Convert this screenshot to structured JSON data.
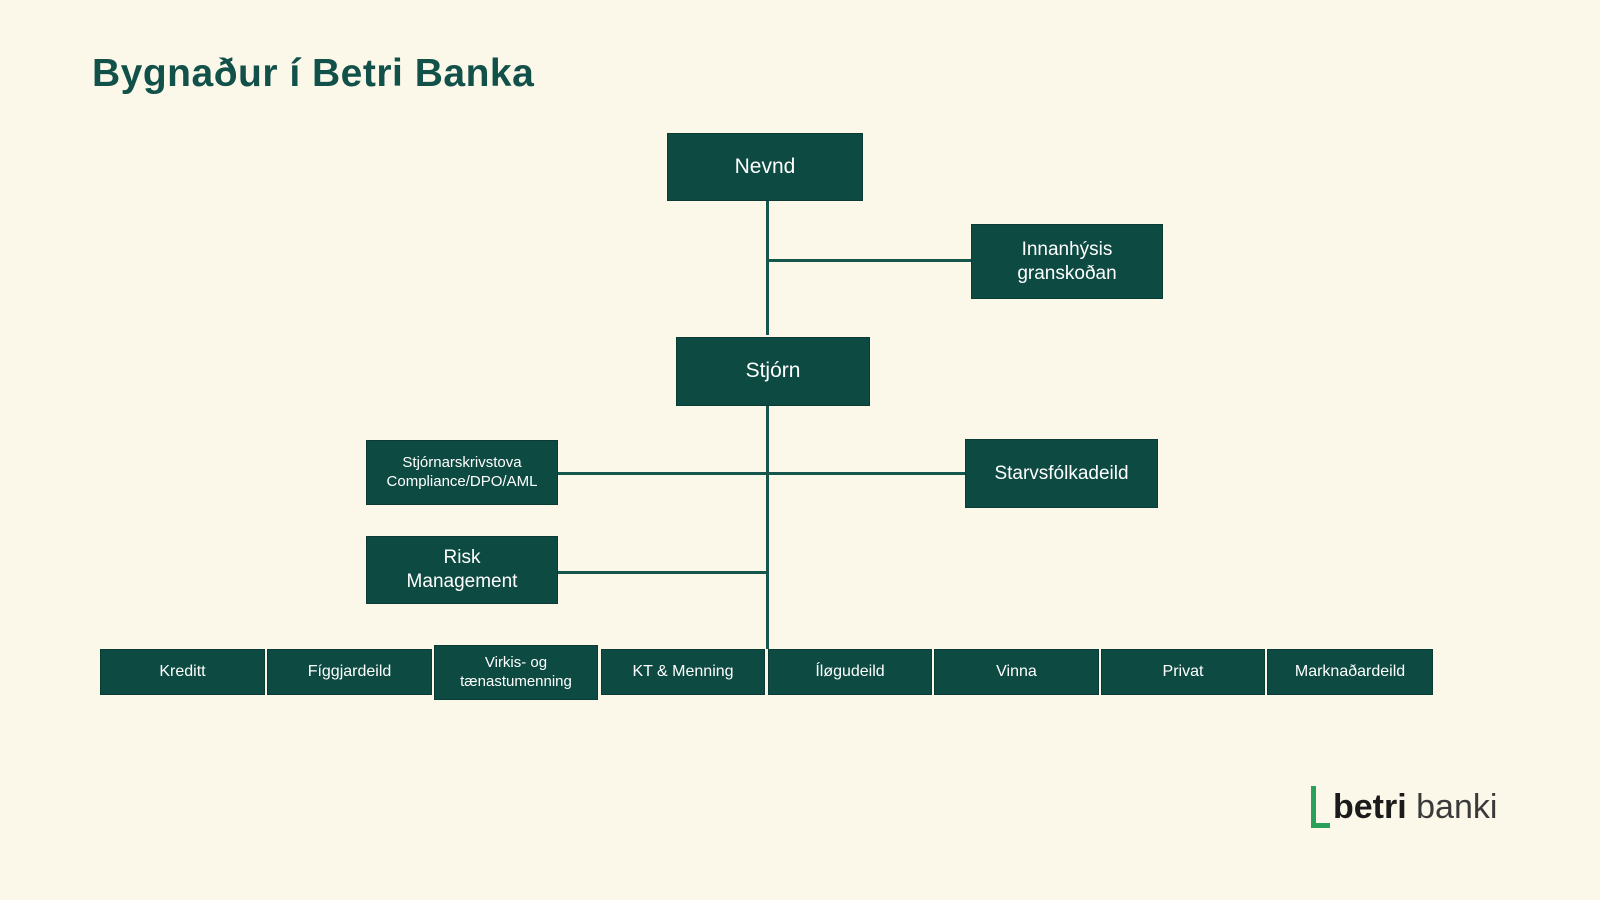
{
  "title": "Bygnaður í Betri Banka",
  "theme": {
    "background": "#fbf8e9",
    "box_fill": "#0d4a42",
    "box_text": "#ffffff",
    "title_color": "#11514a",
    "line_color": "#15564d",
    "logo_green": "#2aa05a"
  },
  "chart_data": {
    "type": "diagram",
    "diagram_kind": "organizational-chart",
    "title": "Bygnaður í Betri Banka",
    "nodes": [
      {
        "id": "nevnd",
        "label": "Nevnd",
        "level": 0
      },
      {
        "id": "innanhysis",
        "label": "Innanhýsis\ngranskoðan",
        "level": 1
      },
      {
        "id": "stjorn",
        "label": "Stjórn",
        "level": 2
      },
      {
        "id": "stjornarskrivstova",
        "label": "Stjórnarskrivstova\nCompliance/DPO/AML",
        "level": 3
      },
      {
        "id": "starvsfolkadeild",
        "label": "Starvsfólkadeild",
        "level": 3
      },
      {
        "id": "risk",
        "label": "Risk\nManagement",
        "level": 3
      },
      {
        "id": "kreditt",
        "label": "Kreditt",
        "level": 4
      },
      {
        "id": "figgjardeild",
        "label": "Fíggjardeild",
        "level": 4
      },
      {
        "id": "virkis",
        "label": "Virkis- og\ntænastumenning",
        "level": 4
      },
      {
        "id": "kt",
        "label": "KT & Menning",
        "level": 4
      },
      {
        "id": "ilogudeild",
        "label": "Íløgudeild",
        "level": 4
      },
      {
        "id": "vinna",
        "label": "Vinna",
        "level": 4
      },
      {
        "id": "privat",
        "label": "Privat",
        "level": 4
      },
      {
        "id": "marknadardeild",
        "label": "Marknaðardeild",
        "level": 4
      }
    ],
    "edges": [
      {
        "from": "nevnd",
        "to": "innanhysis"
      },
      {
        "from": "nevnd",
        "to": "stjorn"
      },
      {
        "from": "stjorn",
        "to": "stjornarskrivstova"
      },
      {
        "from": "stjorn",
        "to": "starvsfolkadeild"
      },
      {
        "from": "stjorn",
        "to": "risk"
      },
      {
        "from": "stjorn",
        "to": "kreditt"
      },
      {
        "from": "stjorn",
        "to": "figgjardeild"
      },
      {
        "from": "stjorn",
        "to": "virkis"
      },
      {
        "from": "stjorn",
        "to": "kt"
      },
      {
        "from": "stjorn",
        "to": "ilogudeild"
      },
      {
        "from": "stjorn",
        "to": "vinna"
      },
      {
        "from": "stjorn",
        "to": "privat"
      },
      {
        "from": "stjorn",
        "to": "marknadardeild"
      }
    ]
  },
  "nodes": {
    "nevnd": "Nevnd",
    "innanhysis": "Innanhýsis\ngranskoðan",
    "stjorn": "Stjórn",
    "stjornarskrivstova": "Stjórnarskrivstova\nCompliance/DPO/AML",
    "starvsfolkadeild": "Starvsfólkadeild",
    "risk": "Risk\nManagement",
    "kreditt": "Kreditt",
    "figgjardeild": "Fíggjardeild",
    "virkis": "Virkis- og\ntænastumenning",
    "kt": "KT & Menning",
    "ilogudeild": "Íløgudeild",
    "vinna": "Vinna",
    "privat": "Privat",
    "marknadardeild": "Marknaðardeild"
  },
  "logo": {
    "primary": "betri",
    "secondary": "banki"
  }
}
